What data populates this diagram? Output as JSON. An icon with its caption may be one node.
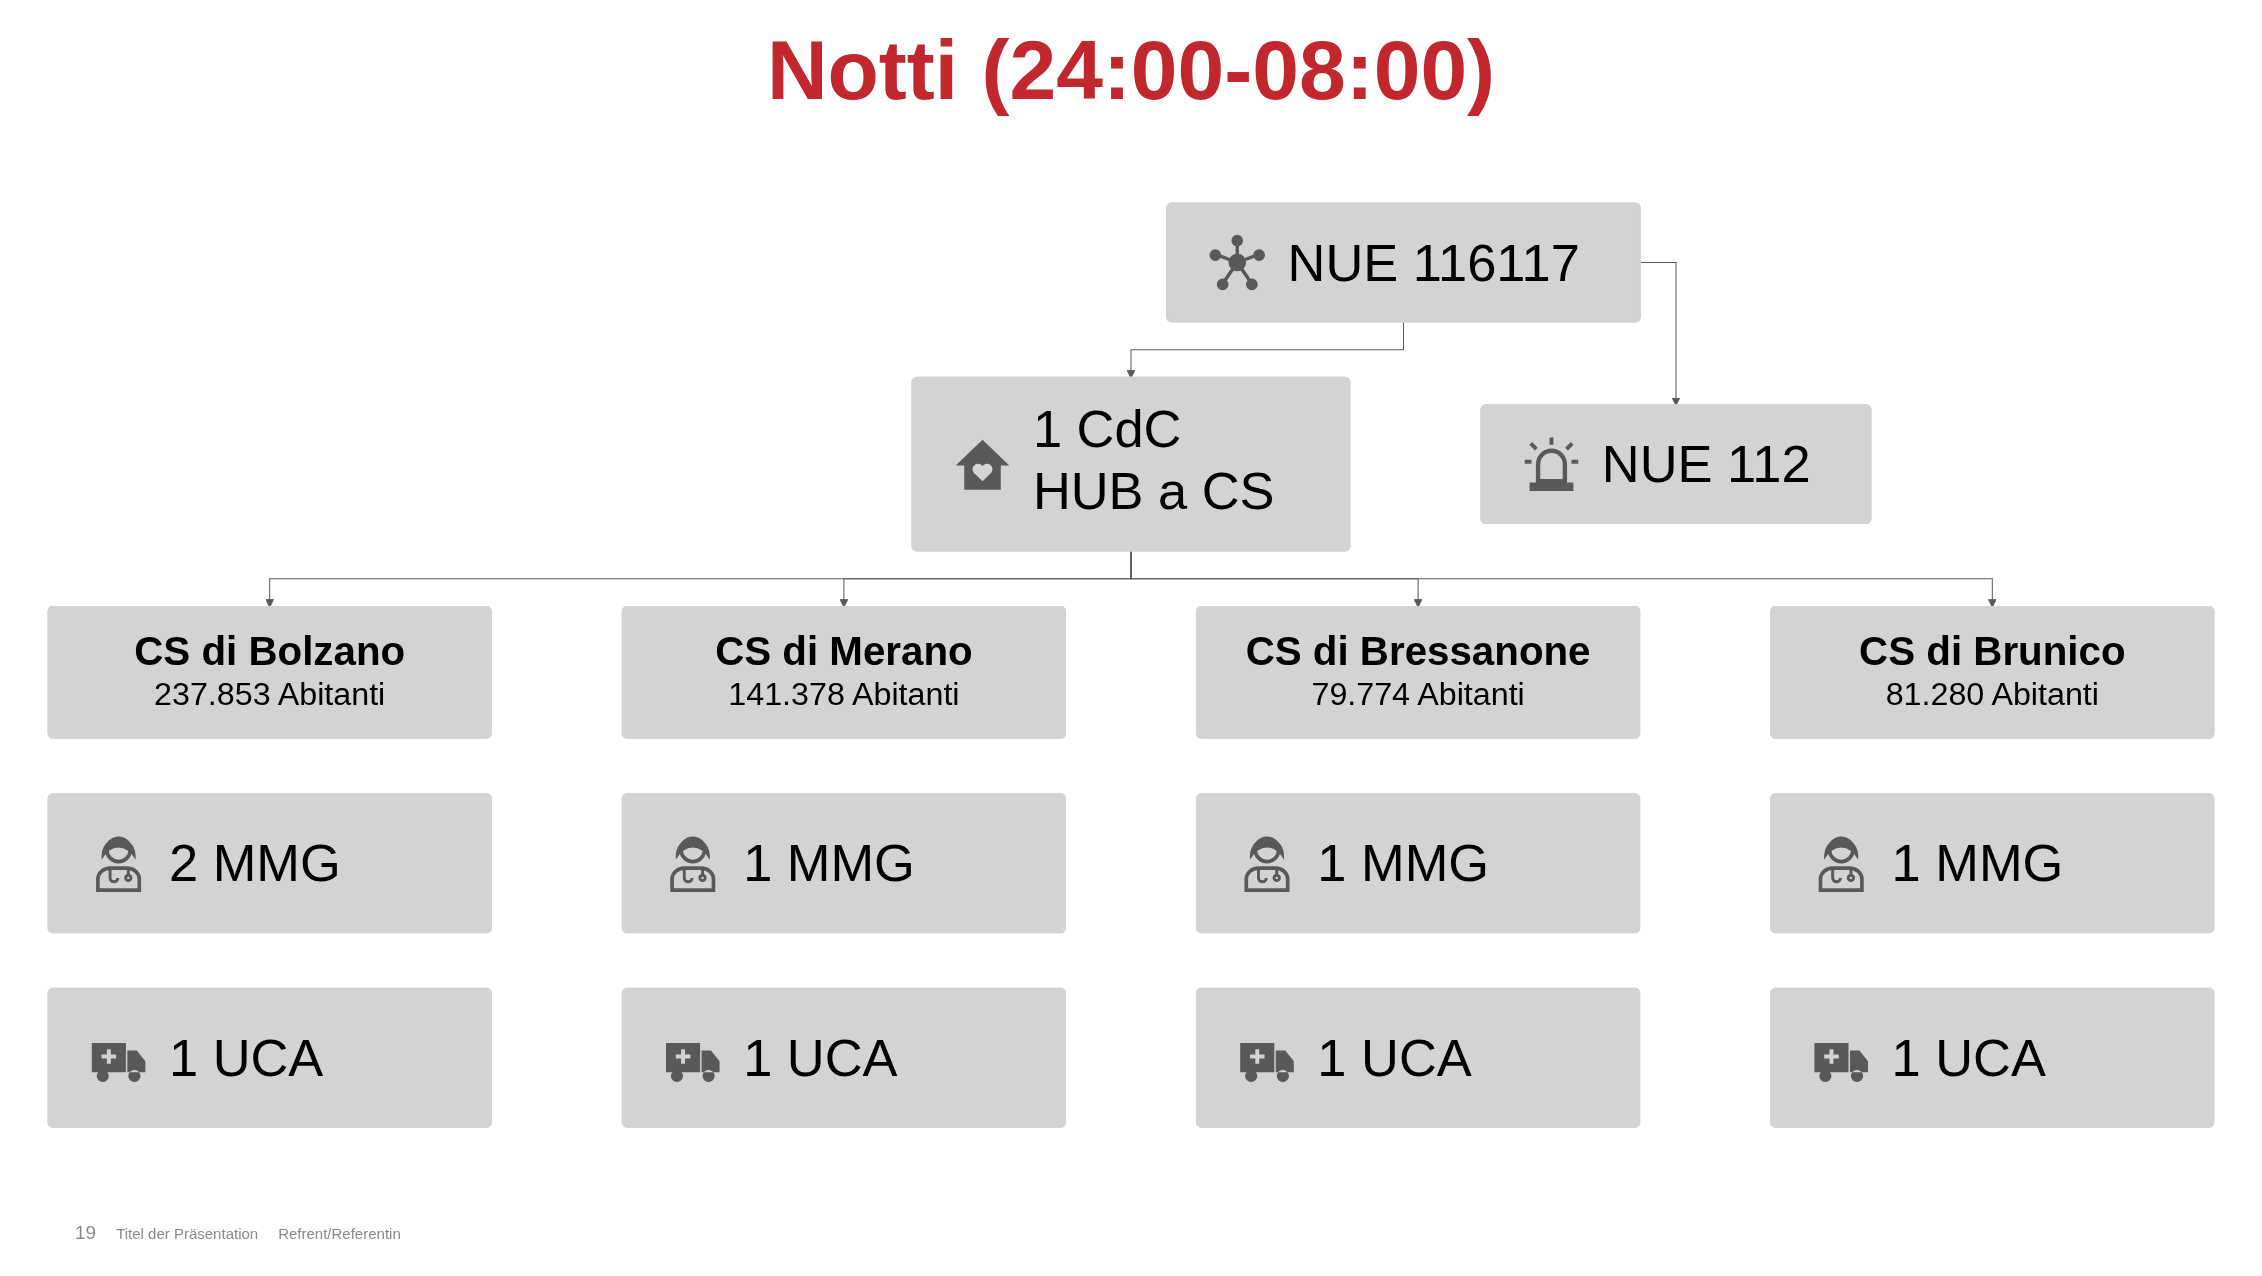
{
  "diagram": {
    "title": "Notti (24:00-08:00)",
    "nodes": [
      {
        "text": [
          "NUE 116117"
        ]
      },
      {
        "text": [
          "NUE 112"
        ]
      },
      {
        "text": [
          "1 CdC HUB a CS"
        ]
      },
      {
        "text": [
          "CS di Bolzano",
          "237.853 Abitanti"
        ]
      },
      {
        "text": [
          "CS di Merano",
          "141.378 Abitanti"
        ]
      },
      {
        "text": [
          "CS di Bressanone",
          "79.774 Abitanti"
        ]
      },
      {
        "text": [
          "CS di Brunico",
          "81.280 Abitanti"
        ]
      },
      {
        "text": [
          "2 MMG"
        ]
      },
      {
        "text": [
          "1 MMG"
        ]
      },
      {
        "text": [
          "1 MMG"
        ]
      },
      {
        "text": [
          "1 MMG"
        ]
      },
      {
        "text": [
          "1 UCA"
        ]
      },
      {
        "text": [
          "1 UCA"
        ]
      },
      {
        "text": [
          "1 UCA"
        ]
      },
      {
        "text": [
          "1 UCA"
        ]
      }
    ],
    "edges": [
      {
        "from": 0,
        "to": 2,
        "arrow": "to"
      },
      {
        "from": 0,
        "to": 1,
        "arrow": "to"
      },
      {
        "from": 2,
        "to": 3,
        "arrow": "to"
      },
      {
        "from": 2,
        "to": 4,
        "arrow": "to"
      },
      {
        "from": 2,
        "to": 5,
        "arrow": "to"
      },
      {
        "from": 2,
        "to": 6,
        "arrow": "to"
      }
    ],
    "labels": [
      "19",
      "Titel der Präsentation",
      "Refrent/Referentin"
    ]
  }
}
